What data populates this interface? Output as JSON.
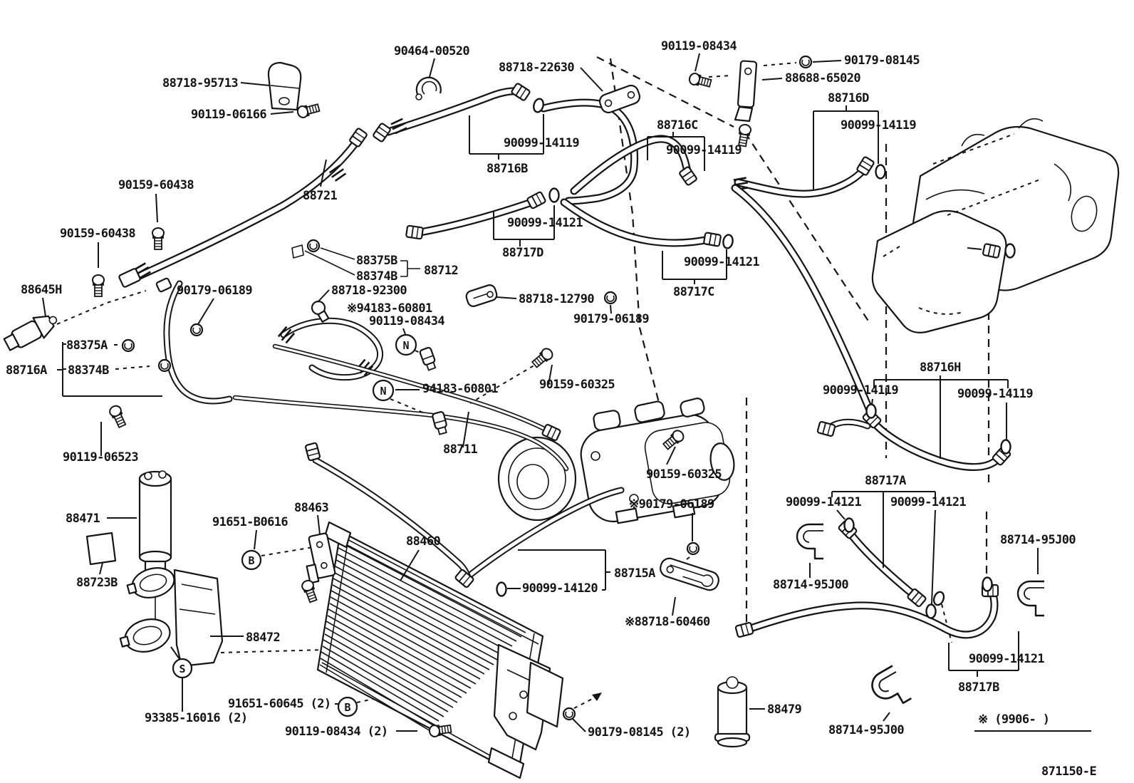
{
  "diagram": {
    "drawing_number": "871150-E",
    "footnote": "※ (9906-    )",
    "symbols": {
      "n": "N",
      "b": "B",
      "s": "S"
    },
    "labels": [
      {
        "id": "l0",
        "text": "88718-95713"
      },
      {
        "id": "l1",
        "text": "90119-06166"
      },
      {
        "id": "l2",
        "text": "90464-00520"
      },
      {
        "id": "l3",
        "text": "88718-22630"
      },
      {
        "id": "l4",
        "text": "90119-08434"
      },
      {
        "id": "l5",
        "text": "90179-08145"
      },
      {
        "id": "l6",
        "text": "88688-65020"
      },
      {
        "id": "l7",
        "text": "88716D"
      },
      {
        "id": "l8",
        "text": "90099-14119"
      },
      {
        "id": "l9",
        "text": "88716C"
      },
      {
        "id": "l10",
        "text": "90099-14119"
      },
      {
        "id": "l11",
        "text": "90099-14119"
      },
      {
        "id": "l12",
        "text": "88716B"
      },
      {
        "id": "l13",
        "text": "88721"
      },
      {
        "id": "l14",
        "text": "90159-60438"
      },
      {
        "id": "l15",
        "text": "90159-60438"
      },
      {
        "id": "l16",
        "text": "90099-14121"
      },
      {
        "id": "l17",
        "text": "88717D"
      },
      {
        "id": "l18",
        "text": "88375B"
      },
      {
        "id": "l19",
        "text": "88374B"
      },
      {
        "id": "l20",
        "text": "88712"
      },
      {
        "id": "l21",
        "text": "88718-92300"
      },
      {
        "id": "l22",
        "text": "※94183-60801"
      },
      {
        "id": "l23",
        "text": "90119-08434"
      },
      {
        "id": "l24",
        "text": "88718-12790"
      },
      {
        "id": "l25",
        "text": "90179-06189"
      },
      {
        "id": "l26",
        "text": "88717C"
      },
      {
        "id": "l27",
        "text": "90099-14121"
      },
      {
        "id": "l28",
        "text": "88645H"
      },
      {
        "id": "l29",
        "text": "90179-06189"
      },
      {
        "id": "l30",
        "text": "88375A"
      },
      {
        "id": "l31",
        "text": "88374B"
      },
      {
        "id": "l32",
        "text": "88716A"
      },
      {
        "id": "l33",
        "text": "94183-60801"
      },
      {
        "id": "l34",
        "text": "90159-60325"
      },
      {
        "id": "l35",
        "text": "88716H"
      },
      {
        "id": "l36",
        "text": "90099-14119"
      },
      {
        "id": "l37",
        "text": "90099-14119"
      },
      {
        "id": "l38",
        "text": "90119-06523"
      },
      {
        "id": "l39",
        "text": "88711"
      },
      {
        "id": "l40",
        "text": "90159-60325"
      },
      {
        "id": "l41",
        "text": "88717A"
      },
      {
        "id": "l42",
        "text": "90099-14121"
      },
      {
        "id": "l43",
        "text": "90099-14121"
      },
      {
        "id": "l44",
        "text": "88471"
      },
      {
        "id": "l45",
        "text": "88463"
      },
      {
        "id": "l46",
        "text": "91651-B0616"
      },
      {
        "id": "l47",
        "text": "88460"
      },
      {
        "id": "l48",
        "text": "※90179-06189"
      },
      {
        "id": "l49",
        "text": "88714-95J00"
      },
      {
        "id": "l50",
        "text": "88723B"
      },
      {
        "id": "l51",
        "text": "88715A"
      },
      {
        "id": "l52",
        "text": "90099-14120"
      },
      {
        "id": "l53",
        "text": "88714-95J00"
      },
      {
        "id": "l54",
        "text": "88472"
      },
      {
        "id": "l55",
        "text": "※88718-60460"
      },
      {
        "id": "l56",
        "text": "90099-14121"
      },
      {
        "id": "l57",
        "text": "88717B"
      },
      {
        "id": "l58",
        "text": "93385-16016 (2)"
      },
      {
        "id": "l59",
        "text": "91651-60645 (2)"
      },
      {
        "id": "l60",
        "text": "90119-08434 (2)"
      },
      {
        "id": "l61",
        "text": "90179-08145 (2)"
      },
      {
        "id": "l62",
        "text": "88479"
      },
      {
        "id": "l63",
        "text": "88714-95J00"
      }
    ]
  }
}
